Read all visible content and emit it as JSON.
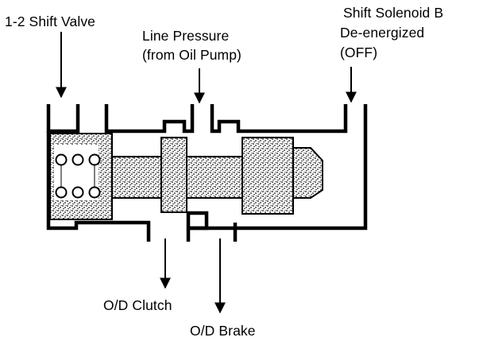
{
  "labels": {
    "shift_valve": "1-2 Shift Valve",
    "line_pressure_1": "Line Pressure",
    "line_pressure_2": "(from Oil Pump)",
    "solenoid_1": "Shift Solenoid B",
    "solenoid_2": "De-energized",
    "solenoid_3": "(OFF)",
    "od_clutch": "O/D Clutch",
    "od_brake": "O/D Brake"
  }
}
